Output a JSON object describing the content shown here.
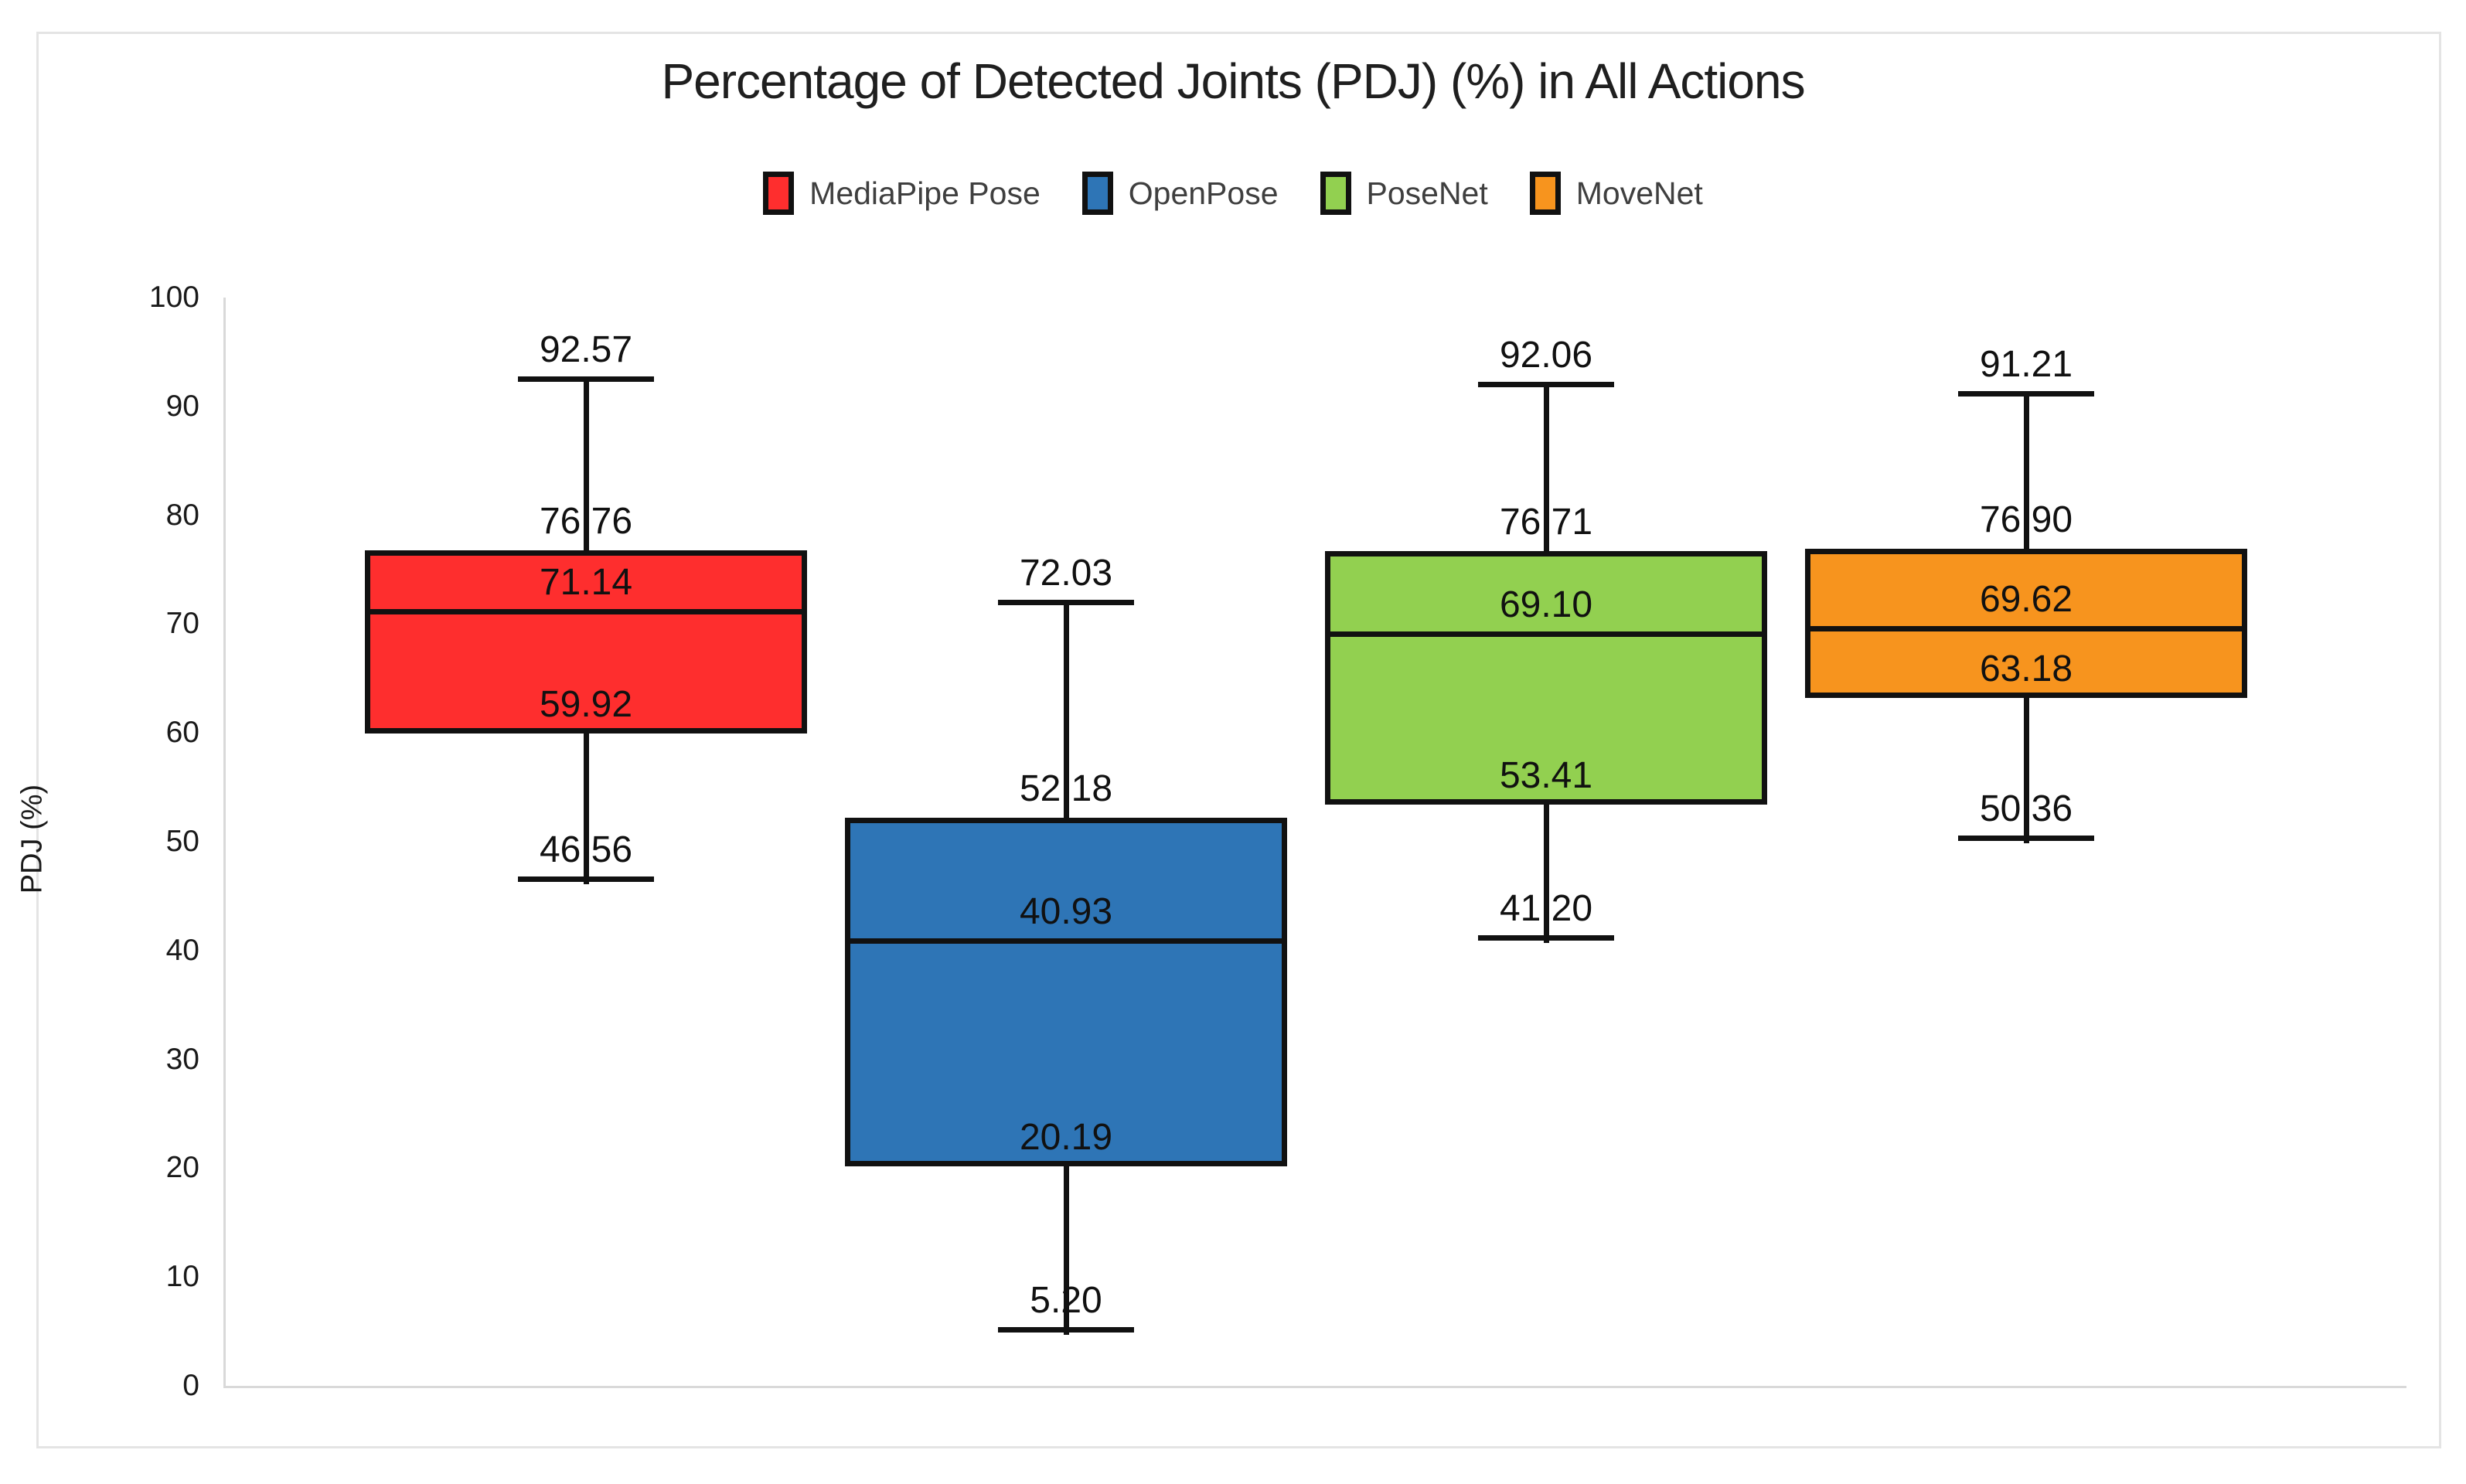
{
  "chart_data": {
    "type": "boxplot",
    "title": "Percentage of Detected Joints (PDJ) (%) in All Actions",
    "ylabel": "PDJ (%)",
    "xlabel": "",
    "ylim": [
      0,
      100
    ],
    "y_ticks": [
      "0",
      "10",
      "20",
      "30",
      "40",
      "50",
      "60",
      "70",
      "80",
      "90",
      "100"
    ],
    "grid": false,
    "legend_position": "top",
    "colors": {
      "axis_line": "#d9d9d9",
      "box_outline": "#111111",
      "label_text": "#111111"
    },
    "series": [
      {
        "name": "MediaPipe Pose",
        "color": "#fe2e2e",
        "min": 46.56,
        "q1": 59.92,
        "median": 71.14,
        "q3": 76.76,
        "max": 92.57,
        "labels": {
          "min": "46.56",
          "q1": "59.92",
          "median": "71.14",
          "q3": "76.76",
          "max": "92.57"
        }
      },
      {
        "name": "OpenPose",
        "color": "#2e75b6",
        "min": 5.2,
        "q1": 20.19,
        "median": 40.93,
        "q3": 52.18,
        "max": 72.03,
        "labels": {
          "min": "5.20",
          "q1": "20.19",
          "median": "40.93",
          "q3": "52.18",
          "max": "72.03"
        }
      },
      {
        "name": "PoseNet",
        "color": "#92d050",
        "min": 41.2,
        "q1": 53.41,
        "median": 69.1,
        "q3": 76.71,
        "max": 92.06,
        "labels": {
          "min": "41.20",
          "q1": "53.41",
          "median": "69.10",
          "q3": "76.71",
          "max": "92.06"
        }
      },
      {
        "name": "MoveNet",
        "color": "#f7941e",
        "min": 50.36,
        "q1": 63.18,
        "median": 69.62,
        "q3": 76.9,
        "max": 91.21,
        "labels": {
          "min": "50.36",
          "q1": "63.18",
          "median": "69.62",
          "q3": "76.90",
          "max": "91.21"
        }
      }
    ]
  }
}
